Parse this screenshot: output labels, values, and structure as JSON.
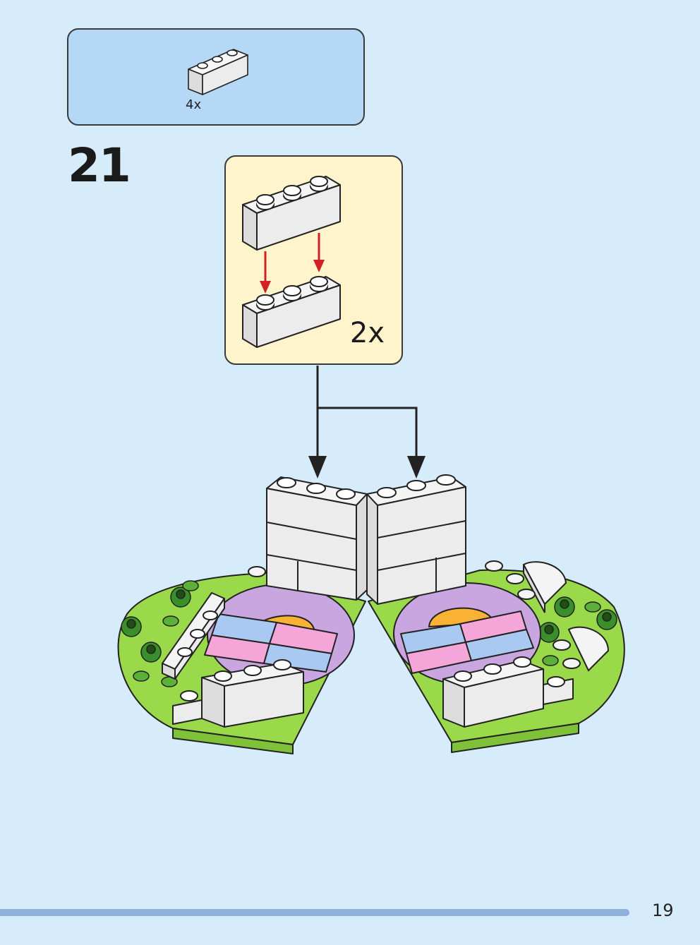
{
  "parts_list": {
    "count": "4x",
    "part": "1x3 brick",
    "color": "#ffffff"
  },
  "step": {
    "number": "21"
  },
  "sub_assembly": {
    "multiplier": "2x"
  },
  "page": {
    "number": "19"
  },
  "colors": {
    "background": "#d7ecfa",
    "parts_panel": "#b4d8f5",
    "sub_panel": "#fff4cc",
    "arrow_red": "#d32027",
    "green": "#9ad94a",
    "lavender": "#c9a6e0",
    "pink": "#f4a6d9",
    "light_blue": "#a9c8f2",
    "orange": "#f9b233",
    "footer_bar": "#8fb0db"
  }
}
